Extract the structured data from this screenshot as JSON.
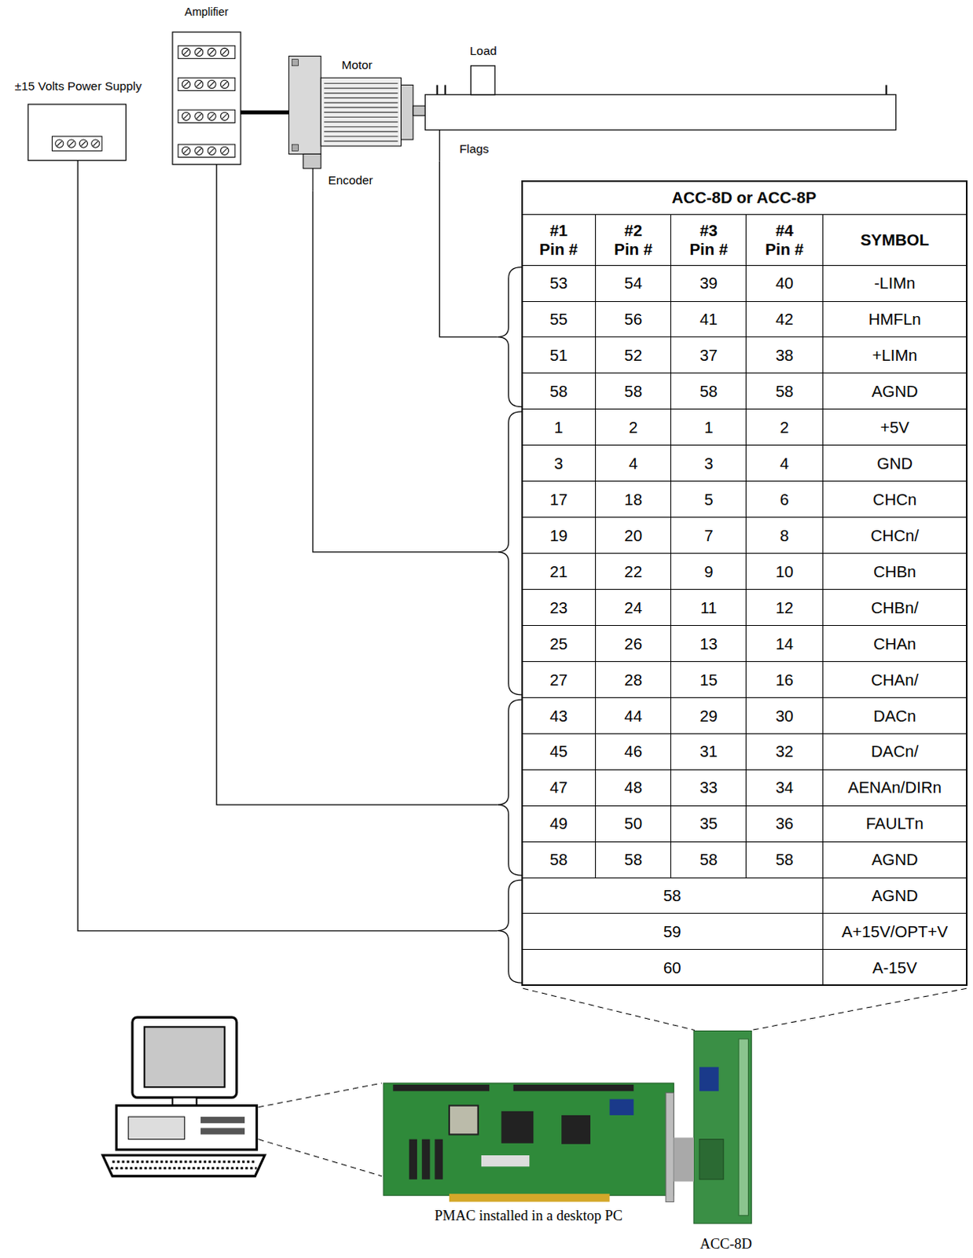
{
  "diagram": {
    "nodes": [
      {
        "text": [
          "±15 Volts Power Supply"
        ]
      },
      {
        "text": [
          "Amplifier"
        ]
      },
      {
        "text": [
          "Motor"
        ]
      },
      {
        "text": [
          "Encoder"
        ]
      },
      {
        "text": [
          "Load"
        ]
      },
      {
        "text": [
          "Flags"
        ]
      },
      {
        "text": [
          "ACC-8D or ACC-8P"
        ]
      },
      {
        "text": [
          "PMAC installed in a desktop PC"
        ]
      },
      {
        "text": [
          "ACC-8D"
        ]
      }
    ],
    "edges": [
      {
        "from": 0,
        "to": 6,
        "arrow": "none"
      },
      {
        "from": 1,
        "to": 6,
        "arrow": "none"
      },
      {
        "from": 3,
        "to": 6,
        "arrow": "none"
      },
      {
        "from": 5,
        "to": 6,
        "arrow": "none"
      },
      {
        "from": 1,
        "to": 2,
        "arrow": "none"
      },
      {
        "from": 7,
        "to": 8,
        "arrow": "none"
      }
    ],
    "labels": [
      "#1 Pin #",
      "#2 Pin #",
      "#3 Pin #",
      "#4 Pin #",
      "SYMBOL",
      "53",
      "54",
      "39",
      "40",
      "-LIMn",
      "55",
      "56",
      "41",
      "42",
      "HMFLn",
      "51",
      "52",
      "37",
      "38",
      "+LIMn",
      "58",
      "58",
      "58",
      "58",
      "AGND",
      "1",
      "2",
      "1",
      "2",
      "+5V",
      "3",
      "4",
      "3",
      "4",
      "GND",
      "17",
      "18",
      "5",
      "6",
      "CHCn",
      "19",
      "20",
      "7",
      "8",
      "CHCn/",
      "21",
      "22",
      "9",
      "10",
      "CHBn",
      "23",
      "24",
      "11",
      "12",
      "CHBn/",
      "25",
      "26",
      "13",
      "14",
      "CHAn",
      "27",
      "28",
      "15",
      "16",
      "CHAn/",
      "43",
      "44",
      "29",
      "30",
      "DACn",
      "45",
      "46",
      "31",
      "32",
      "DACn/",
      "47",
      "48",
      "33",
      "34",
      "AENAn/DIRn",
      "49",
      "50",
      "35",
      "36",
      "FAULTn",
      "58",
      "58",
      "58",
      "58",
      "AGND",
      "58",
      "AGND",
      "59",
      "A+15V/OPT+V",
      "60",
      "A-15V"
    ]
  }
}
